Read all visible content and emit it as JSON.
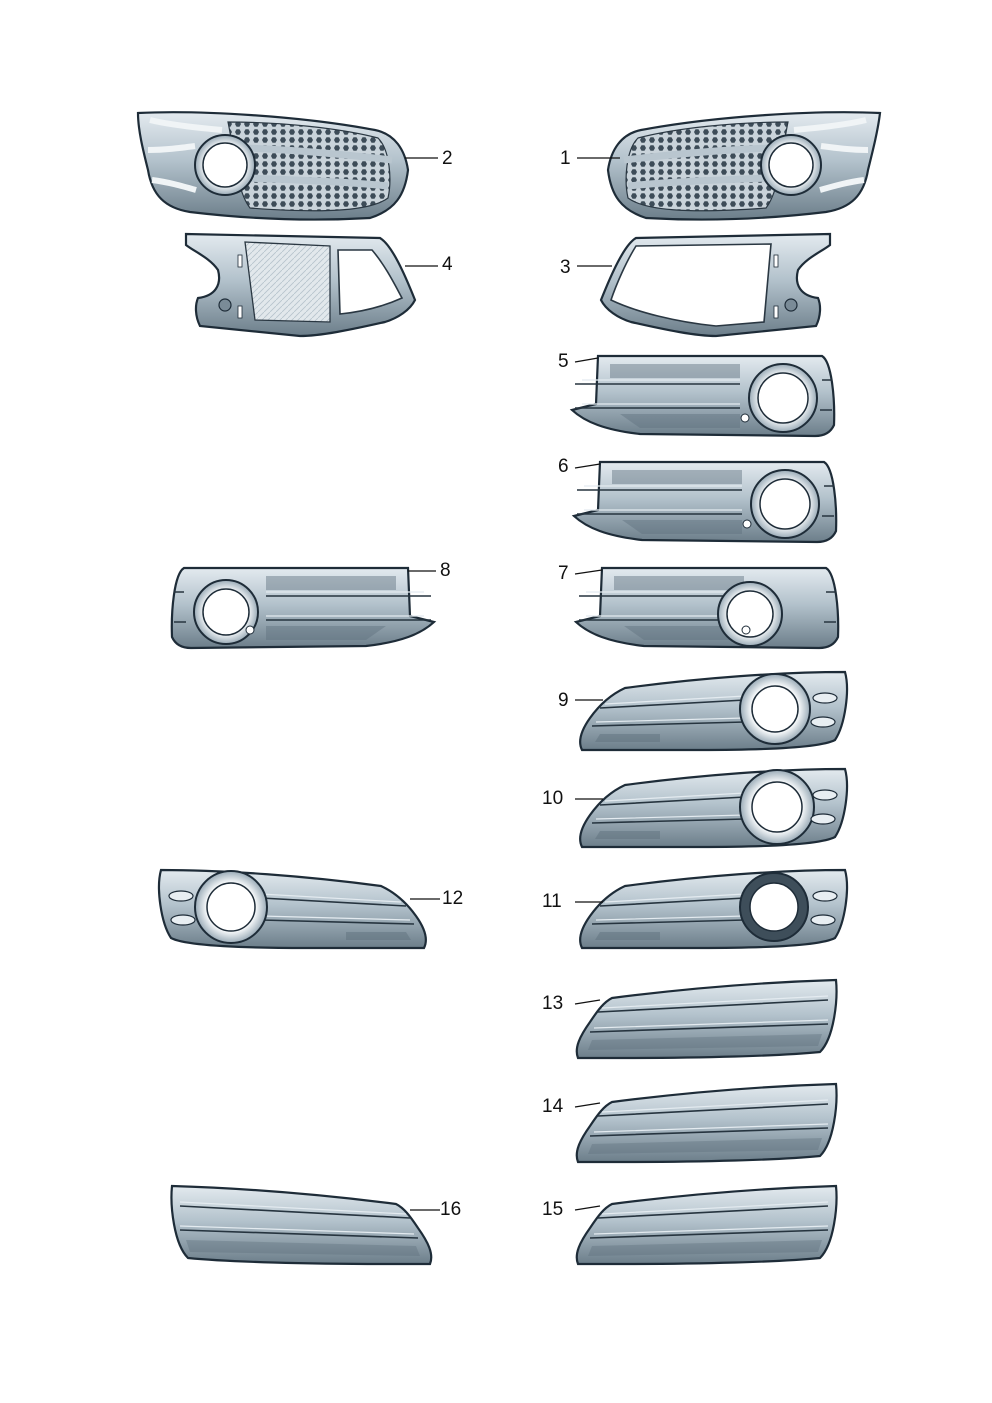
{
  "colors": {
    "part_light": "#dbe4ea",
    "part_mid": "#9fb0bc",
    "part_dark": "#5d6f7c",
    "outline": "#1e2c38",
    "honeycomb": "#3b4a56",
    "ring": "#cfd8de",
    "hole": "#ffffff",
    "label": "#111111"
  },
  "parts": [
    {
      "label": "1",
      "style": "honeycomb-grille",
      "side": "right"
    },
    {
      "label": "2",
      "style": "honeycomb-grille",
      "side": "left"
    },
    {
      "label": "3",
      "style": "mounting-frame",
      "side": "right"
    },
    {
      "label": "4",
      "style": "mounting-frame",
      "side": "left"
    },
    {
      "label": "5",
      "style": "slat-grille-fog",
      "side": "right"
    },
    {
      "label": "6",
      "style": "slat-grille-fog",
      "side": "right"
    },
    {
      "label": "7",
      "style": "slat-grille-fog",
      "side": "right"
    },
    {
      "label": "8",
      "style": "slat-grille-fog",
      "side": "left"
    },
    {
      "label": "9",
      "style": "angled-grille-fog",
      "side": "right"
    },
    {
      "label": "10",
      "style": "angled-grille-fog",
      "side": "right"
    },
    {
      "label": "11",
      "style": "angled-grille-fog",
      "side": "right"
    },
    {
      "label": "12",
      "style": "angled-grille-fog",
      "side": "left"
    },
    {
      "label": "13",
      "style": "blank-grille",
      "side": "right"
    },
    {
      "label": "14",
      "style": "blank-grille",
      "side": "right"
    },
    {
      "label": "15",
      "style": "blank-grille",
      "side": "right"
    },
    {
      "label": "16",
      "style": "blank-grille",
      "side": "left"
    }
  ]
}
